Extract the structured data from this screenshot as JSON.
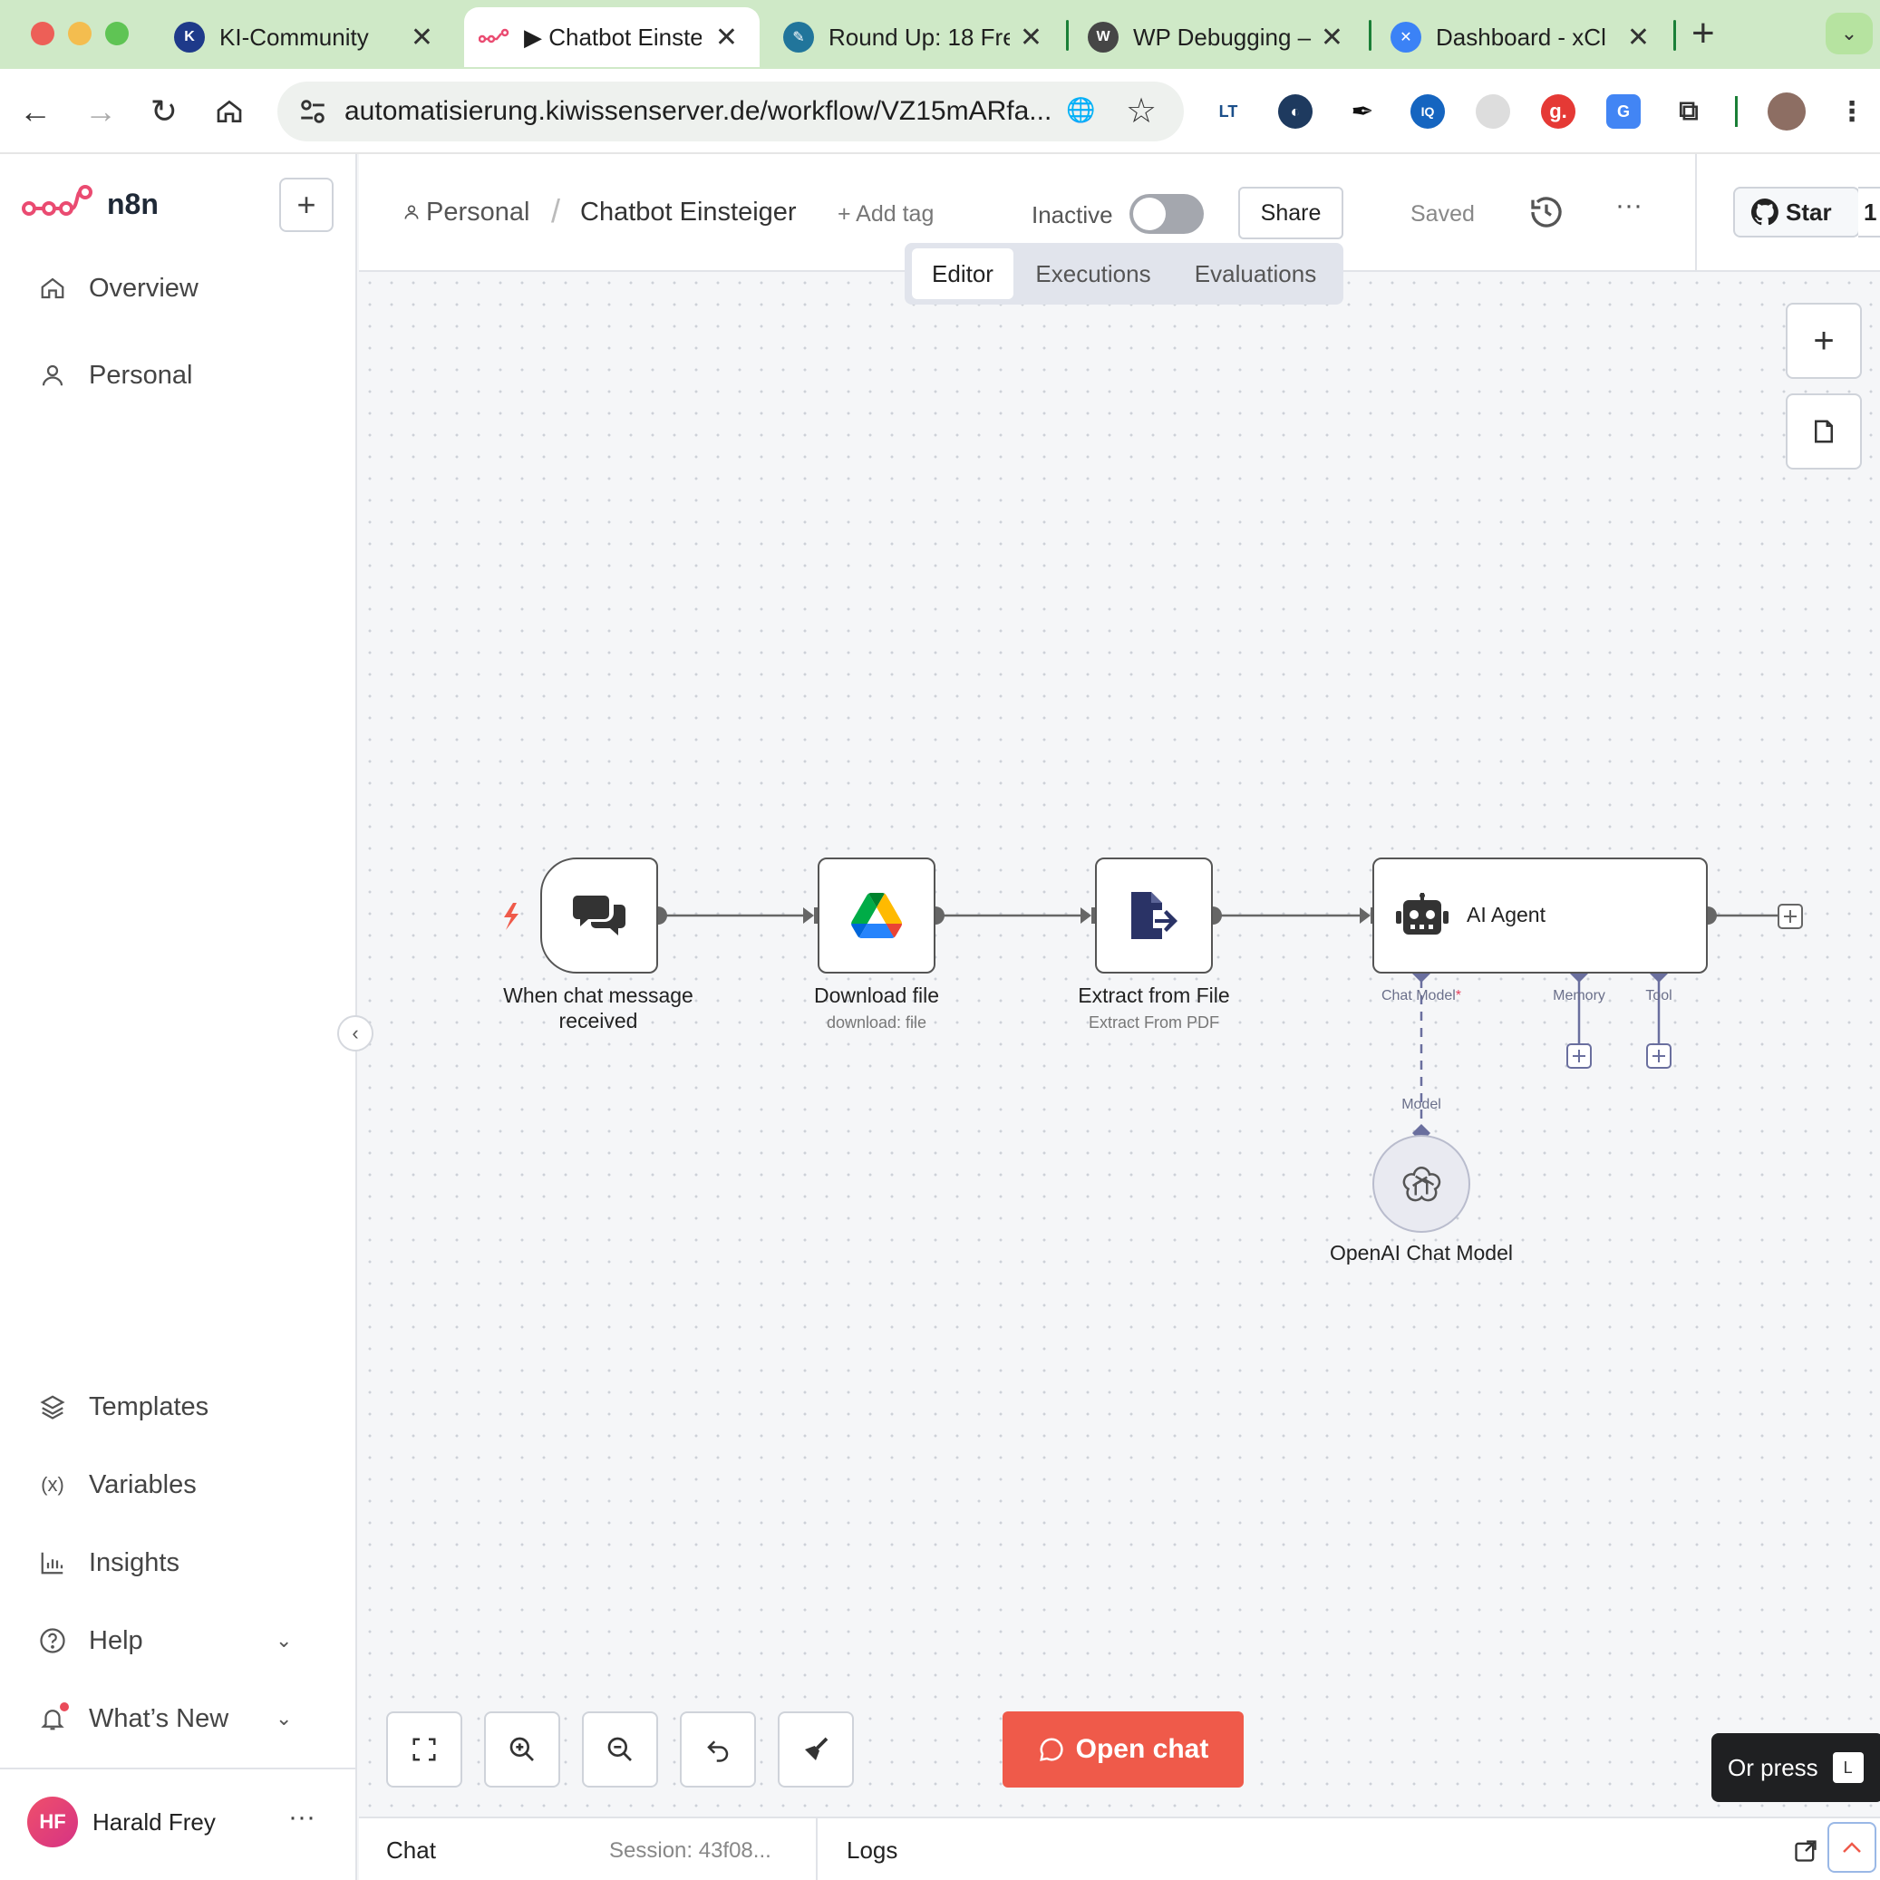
{
  "browser": {
    "tabs": [
      {
        "label": "KI-Community",
        "icon": "ki-community-icon"
      },
      {
        "label": "▶ Chatbot Einste",
        "icon": "n8n-icon"
      },
      {
        "label": "Round Up: 18 Fre",
        "icon": "wordpress-pen-icon"
      },
      {
        "label": "WP Debugging –",
        "icon": "wordpress-icon"
      },
      {
        "label": "Dashboard - xCl",
        "icon": "xcloud-icon"
      }
    ],
    "url": "automatisierung.kiwissenserver.de/workflow/VZ15mARfa...",
    "extension_labels": [
      "LT",
      "IQ",
      "g."
    ]
  },
  "sidebar": {
    "brand": "n8n",
    "items_top": [
      {
        "label": "Overview",
        "icon": "home-icon"
      },
      {
        "label": "Personal",
        "icon": "user-icon"
      }
    ],
    "items_bottom": [
      {
        "label": "Templates",
        "icon": "templates-icon"
      },
      {
        "label": "Variables",
        "icon": "variables-icon"
      },
      {
        "label": "Insights",
        "icon": "insights-icon"
      },
      {
        "label": "Help",
        "icon": "help-icon"
      },
      {
        "label": "What’s New",
        "icon": "bell-icon"
      }
    ],
    "user": {
      "initials": "HF",
      "name": "Harald Frey"
    }
  },
  "header": {
    "project": "Personal",
    "workflow": "Chatbot Einsteiger",
    "add_tag": "+ Add tag",
    "status": "Inactive",
    "share": "Share",
    "saved": "Saved",
    "github_star": "Star",
    "github_count": "1"
  },
  "view_tabs": [
    {
      "label": "Editor",
      "selected": true
    },
    {
      "label": "Executions",
      "selected": false
    },
    {
      "label": "Evaluations",
      "selected": false
    }
  ],
  "nodes": {
    "trigger": {
      "label": "When chat message received",
      "icon": "chat-bubbles-icon"
    },
    "download": {
      "label": "Download file",
      "subtitle": "download: file",
      "icon": "google-drive-icon"
    },
    "extract": {
      "label": "Extract from File",
      "subtitle": "Extract From PDF",
      "icon": "file-export-icon"
    },
    "agent": {
      "label": "AI Agent",
      "icon": "robot-icon"
    },
    "model": {
      "label": "OpenAI Chat Model",
      "icon": "openai-icon"
    }
  },
  "slots": {
    "chat_model": "Chat Model",
    "chat_model_required": "*",
    "memory": "Memory",
    "tool": "Tool",
    "model": "Model"
  },
  "canvas": {
    "open_chat": "Open chat",
    "tooltip": "Or press",
    "tooltip_key": "L"
  },
  "bottom": {
    "chat": "Chat",
    "session": "Session: 43f08...",
    "logs": "Logs"
  },
  "colors": {
    "accent": "#ef5a4a",
    "tabbar": "#cfe9c7",
    "slot": "#6a6f9e"
  }
}
